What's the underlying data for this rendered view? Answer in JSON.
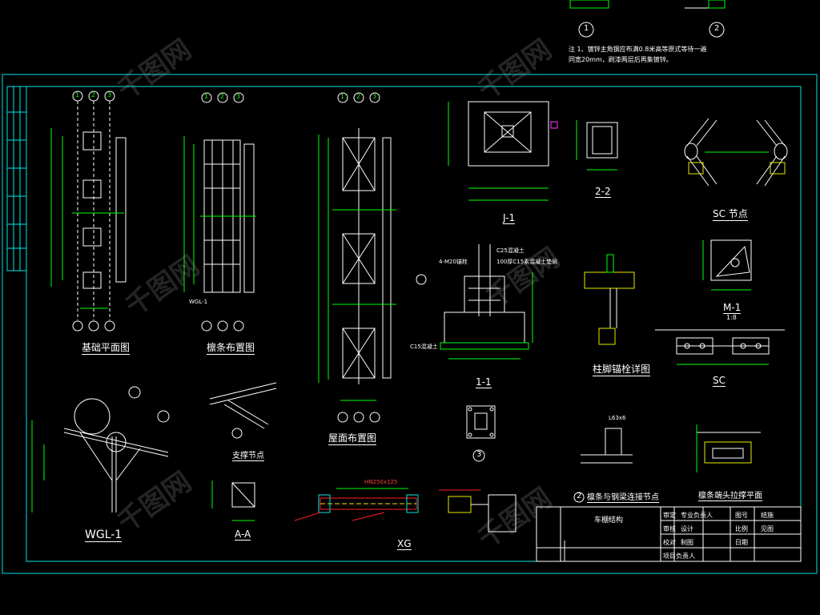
{
  "notes": {
    "line1": "注 1、镀锌主角钢应布满0.8米高等原式等待一遍",
    "line2": "   同宽20mm，刷漆两层后再集镀锌。"
  },
  "top_details": {
    "c1": "1",
    "c2": "2"
  },
  "views": {
    "base_plan": "基础平面图",
    "purlin_plan": "檩条布置图",
    "elevation": "屋面布置图",
    "j1": "J-1",
    "sec22": "2-2",
    "sc_node": "SC 节点",
    "m1": "M-1",
    "m1_scale": "1:8",
    "sc": "SC",
    "sec11": "1-1",
    "col_detail": "柱脚锚栓详图",
    "wgl1": "WGL-1",
    "aa": "A-A",
    "xg": "XG",
    "support_node": "支撑节点",
    "purlin_joint": "檩条与钢梁连接节点",
    "purlin_end": "檩条端头拉撑平面",
    "detail3": "3",
    "detail2": "2"
  },
  "axis_labels": [
    "1",
    "2",
    "3"
  ],
  "title_block": {
    "drawing_name": "车棚结构",
    "r1": [
      "审定",
      "专业负责人",
      "图号",
      "结施"
    ],
    "r2": [
      "审核",
      "设计",
      "比例",
      "见图"
    ],
    "r3": [
      "校对",
      "制图",
      "日期",
      ""
    ],
    "r4": [
      "项目负责人",
      "",
      "",
      ""
    ]
  },
  "labels_misc": {
    "anchor": "4-M20锚栓",
    "c25": "C25混凝土",
    "c15": "100厚C15素混凝土垫层",
    "pad": "C15混凝土",
    "ref": "WGL-1",
    "hd": "HN250x125",
    "l63": "L63x6"
  },
  "colors": {
    "frame": "#00e5e5",
    "line": "#ffffff",
    "yellow": "#e8e800",
    "green": "#00ff00",
    "red": "#ff2020",
    "magenta": "#ff40ff",
    "cyan": "#00e5e5"
  },
  "watermark": "千图网"
}
